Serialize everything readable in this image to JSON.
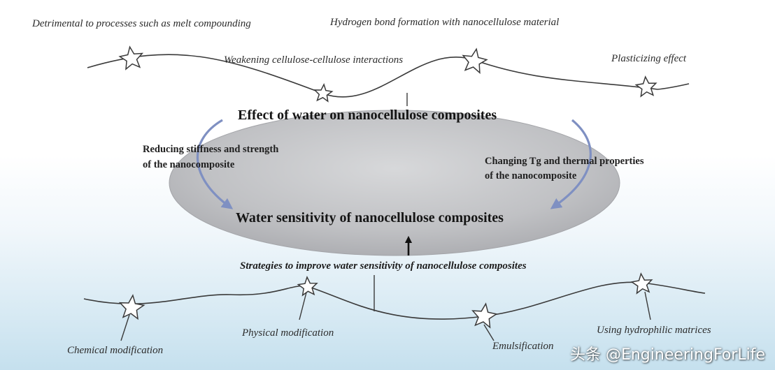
{
  "diagram": {
    "center_title": "Effect of water on nanocellulose composites",
    "ellipse_title": "Water sensitivity of nanocellulose composites",
    "left_effect": [
      "Reducing stiffness and strength",
      "of the nanocomposite"
    ],
    "right_effect": [
      "Changing Tg and thermal properties",
      "of the nanocomposite"
    ],
    "strategies_title": "Strategies to improve water sensitivity of nanocellulose composites",
    "top_notes": [
      "Detrimental to processes such as melt compounding",
      "Weakening cellulose-cellulose interactions",
      "Hydrogen bond formation with nanocellulose material",
      "Plasticizing effect"
    ],
    "bottom_notes": [
      "Chemical modification",
      "Physical modification",
      "Emulsification",
      "Using hydrophilic matrices"
    ],
    "colors": {
      "ellipse": "#b9babd",
      "arrow_blue": "#7f90c2",
      "line": "#3a3a3a",
      "background_bottom": "#c5e0ee"
    }
  },
  "watermark": "头条 @EngineeringForLife"
}
